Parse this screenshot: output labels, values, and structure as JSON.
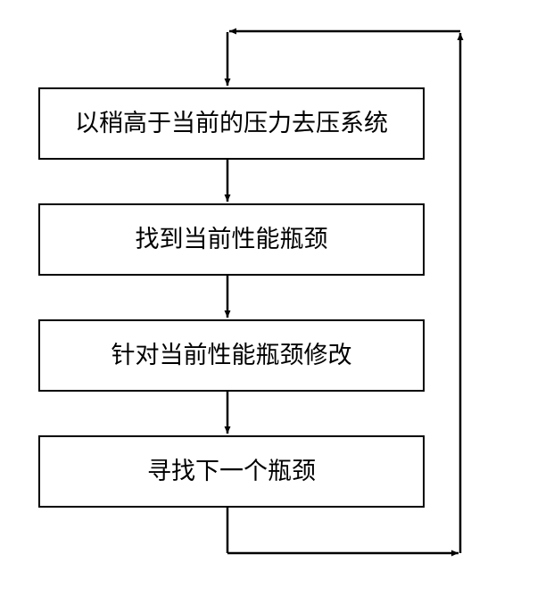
{
  "flowchart": {
    "steps": [
      {
        "label": "以稍高于当前的压力去压系统"
      },
      {
        "label": "找到当前性能瓶颈"
      },
      {
        "label": "针对当前性能瓶颈修改"
      },
      {
        "label": "寻找下一个瓶颈"
      }
    ],
    "colors": {
      "stroke": "#000000",
      "box_fill": "#ffffff",
      "text": "#000000"
    }
  }
}
